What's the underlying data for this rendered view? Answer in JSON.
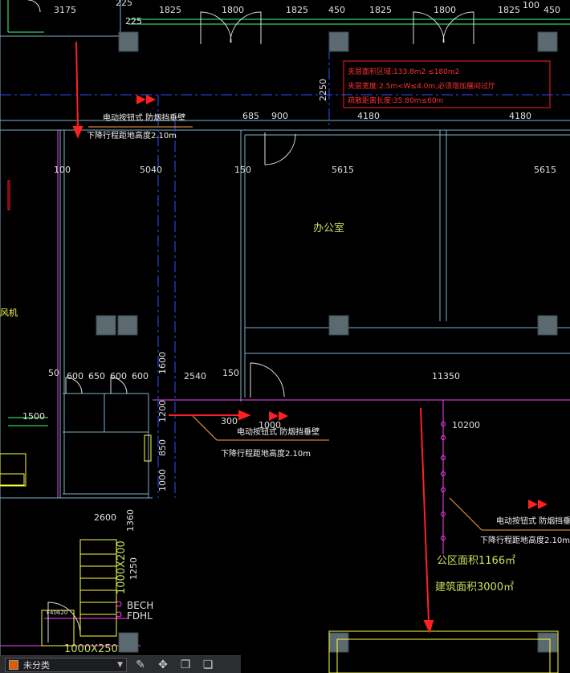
{
  "drawing": {
    "top_dims": [
      "3175",
      "225",
      "225",
      "1825",
      "1800",
      "1825",
      "450",
      "1825",
      "1800",
      "1825",
      "100",
      "450"
    ],
    "row2_dims": [
      "685",
      "900",
      "4180",
      "4180"
    ],
    "vertical_dims": [
      "2250",
      "1600",
      "1200",
      "850",
      "1000",
      "1360",
      "1250"
    ],
    "row3_dims": [
      "100",
      "5040",
      "150",
      "5615",
      "5615"
    ],
    "mid_dims": [
      "50",
      "600",
      "650",
      "600",
      "600",
      "2540",
      "150",
      "11350"
    ],
    "left_dims": [
      "1500",
      "2600"
    ],
    "lower_dims": [
      "300",
      "1000",
      "10200"
    ],
    "red_note": {
      "line1": "夹层面积区域:133.8m2 ≤180m2",
      "line2": "夹层宽度:2.5m<W≤4.0m,必须增加展间过厅",
      "line3": "疏散距离长度:35.80m≤60m"
    },
    "room_label": "办公室",
    "fan_label": "风机",
    "annotation_a": "电动按钮式 防烟挡垂壁",
    "annotation_b": "下降行程距地高度2.10m",
    "area_public": "公区面积1166㎡",
    "area_building": "建筑面积3000㎡",
    "equip_bech": "BECH",
    "equip_fdhl": "FDHL",
    "stair_dim": "1000X200",
    "duct_dim": "1000X250",
    "small_tag": "F40620"
  },
  "toolbar": {
    "layer_name": "未分类",
    "layer_color": "#e05a00",
    "tools": [
      "edit-icon",
      "move-icon",
      "copy-icon",
      "paste-icon"
    ],
    "tool_glyphs": [
      "✎",
      "✥",
      "❐",
      "❏"
    ]
  }
}
